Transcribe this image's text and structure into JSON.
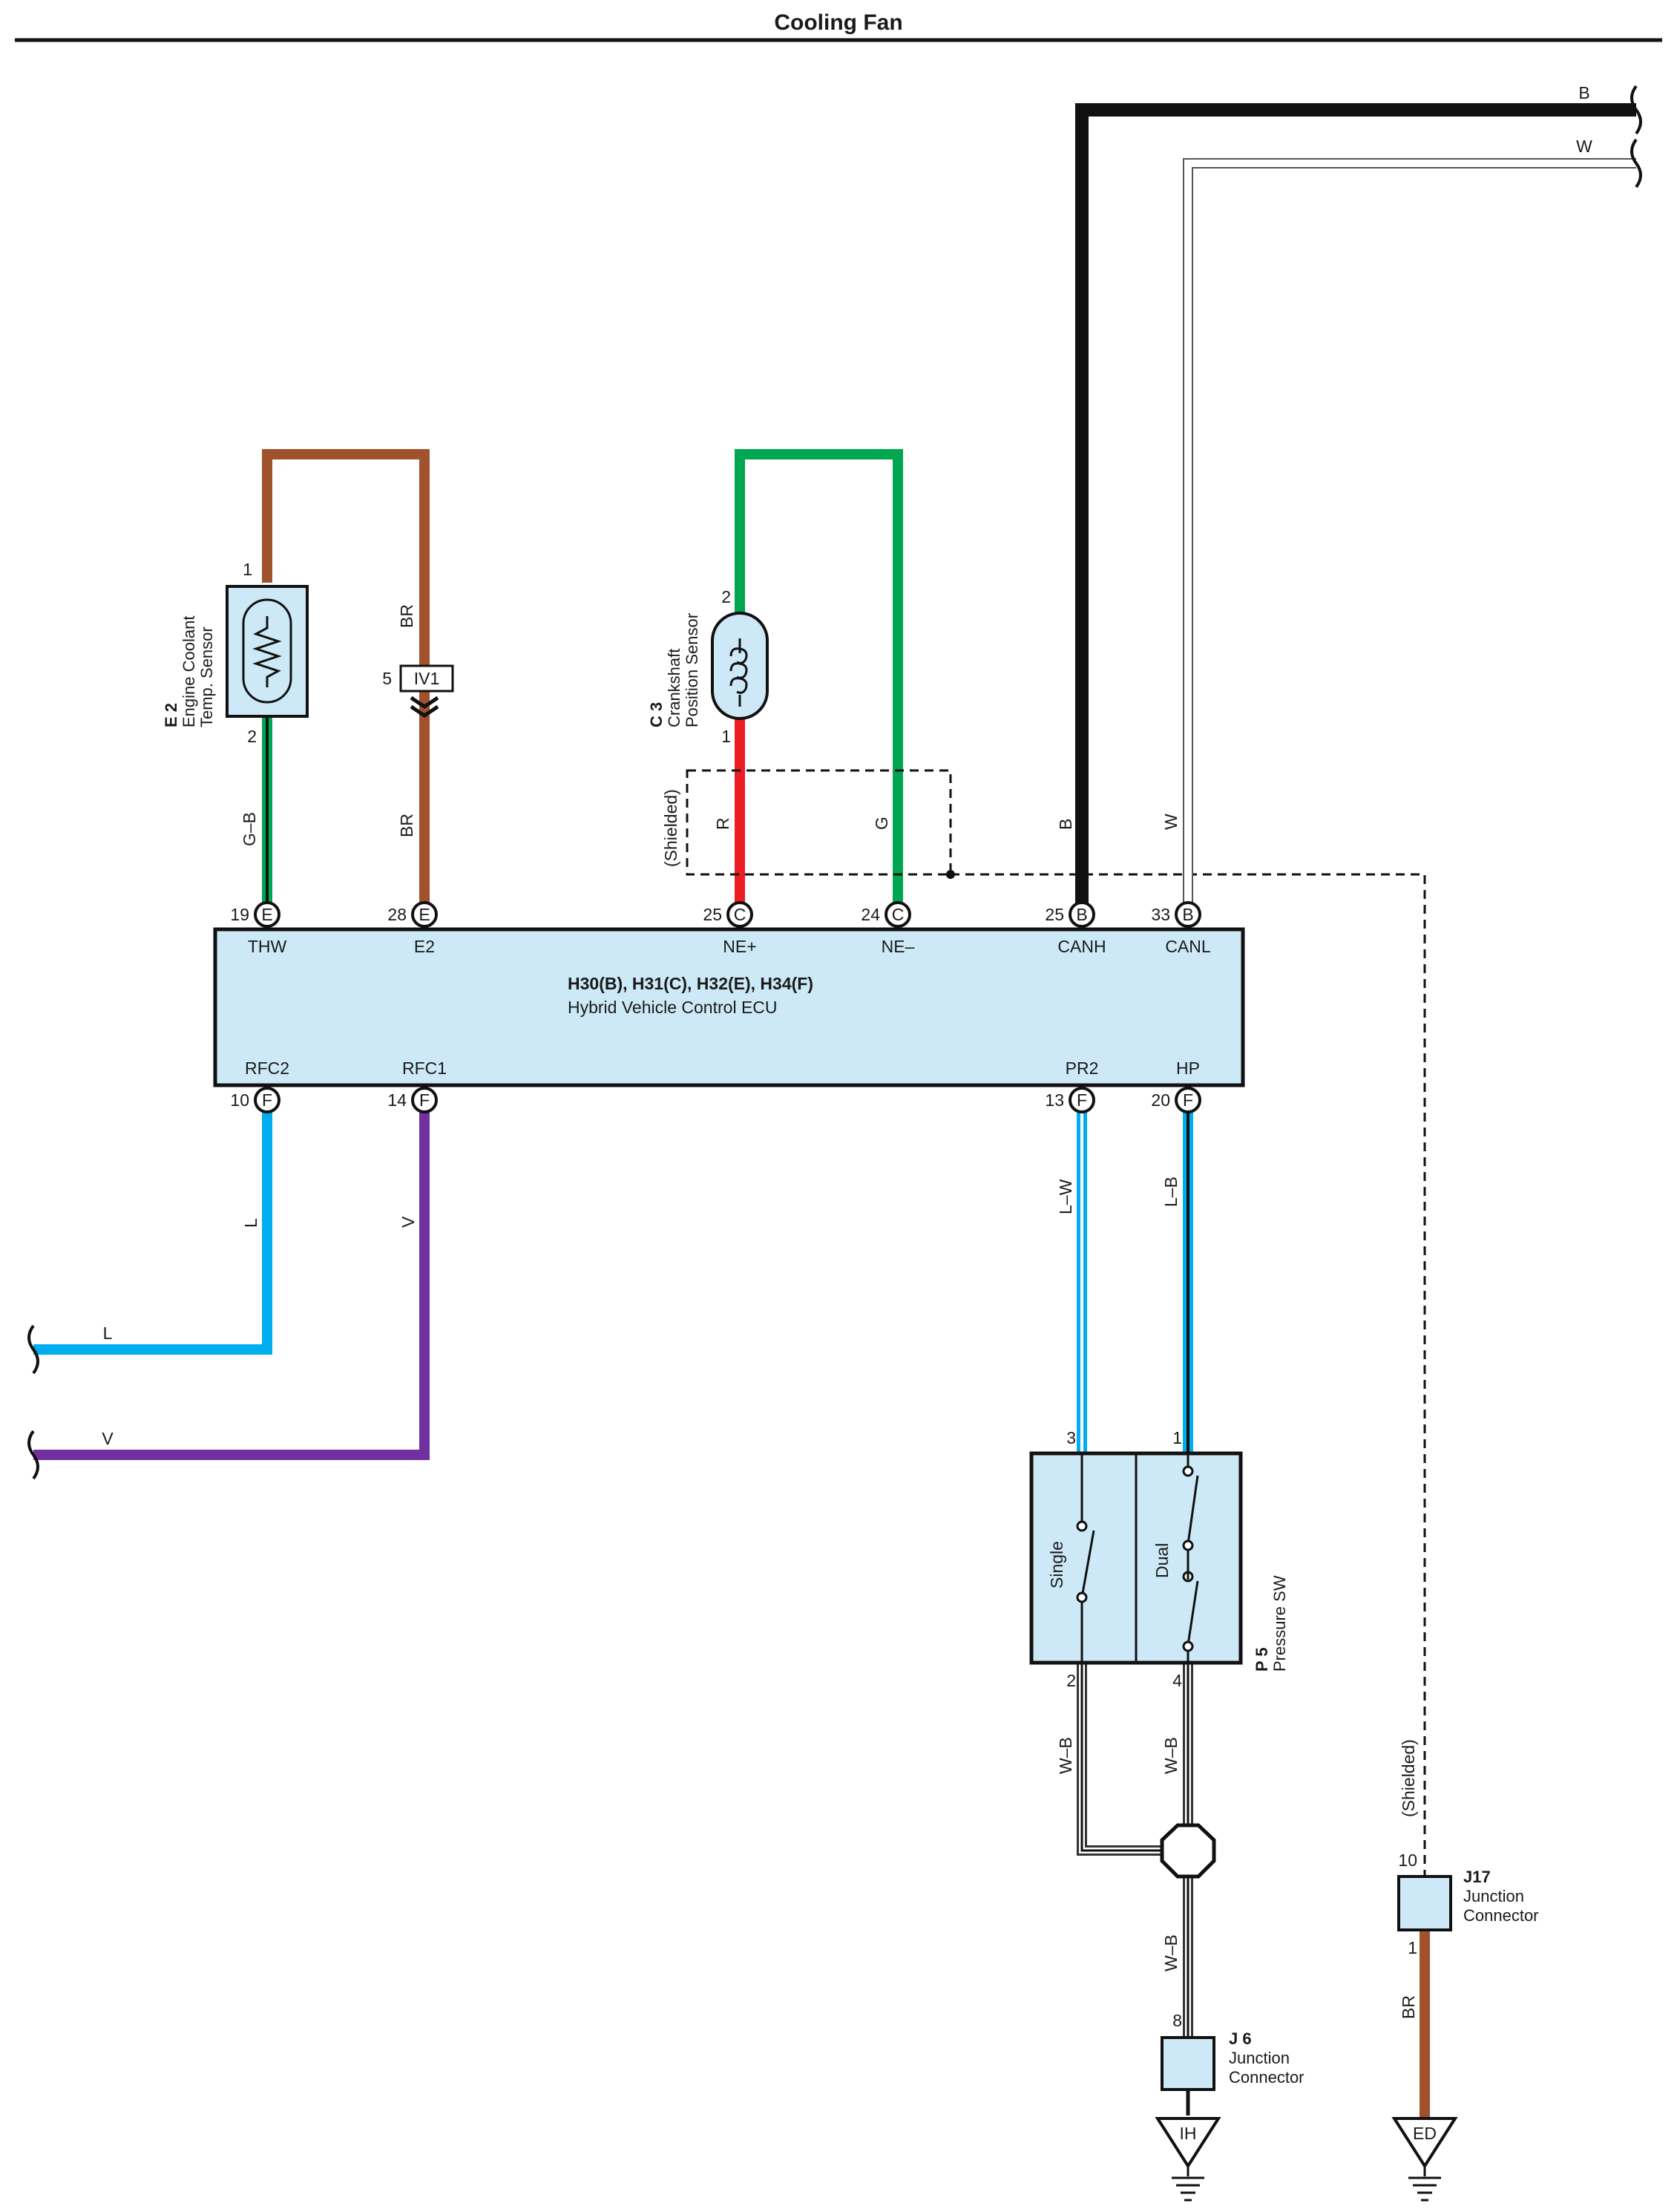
{
  "title": "Cooling Fan",
  "ecu": {
    "connectors": "H30(B), H31(C), H32(E), H34(F)",
    "name": "Hybrid Vehicle Control ECU",
    "top_pins": [
      {
        "num": "19",
        "conn": "E",
        "term": "THW",
        "wire": "G–B"
      },
      {
        "num": "28",
        "conn": "E",
        "term": "E2",
        "wire": "BR"
      },
      {
        "num": "25",
        "conn": "C",
        "term": "NE+",
        "wire": "R"
      },
      {
        "num": "24",
        "conn": "C",
        "term": "NE–",
        "wire": "G"
      },
      {
        "num": "25",
        "conn": "B",
        "term": "CANH",
        "wire": "B"
      },
      {
        "num": "33",
        "conn": "B",
        "term": "CANL",
        "wire": "W"
      }
    ],
    "bottom_pins": [
      {
        "num": "10",
        "conn": "F",
        "term": "RFC2",
        "wire": "L"
      },
      {
        "num": "14",
        "conn": "F",
        "term": "RFC1",
        "wire": "V"
      },
      {
        "num": "13",
        "conn": "F",
        "term": "PR2",
        "wire": "L–W"
      },
      {
        "num": "20",
        "conn": "F",
        "term": "HP",
        "wire": "L–B"
      }
    ]
  },
  "e2_sensor": {
    "code": "E 2",
    "name1": "Engine Coolant",
    "name2": "Temp.  Sensor",
    "pin_top": "1",
    "pin_bottom": "2"
  },
  "iv1": {
    "label": "IV1",
    "pin": "5",
    "wire_upper": "BR",
    "wire_lower": "BR"
  },
  "c3_sensor": {
    "code": "C 3",
    "name1": "Crankshaft",
    "name2": "Position Sensor",
    "pin_top": "2",
    "pin_bottom": "1"
  },
  "shielded_label": "(Shielded)",
  "offpage": {
    "can_h": "B",
    "can_l": "W",
    "rfc2": "L",
    "rfc1": "V"
  },
  "pressure_sw": {
    "code": "P 5",
    "name": "Pressure SW",
    "single": "Single",
    "dual": "Dual",
    "pin3": "3",
    "pin1": "1",
    "pin2": "2",
    "pin4": "4",
    "wire_left": "W–B",
    "wire_right": "W–B",
    "wire_lower": "W–B"
  },
  "j6": {
    "code": "J 6",
    "name1": "Junction",
    "name2": "Connector",
    "pin": "8"
  },
  "j17": {
    "code": "J17",
    "name1": "Junction",
    "name2": "Connector",
    "pin_top": "10",
    "pin_bottom": "1",
    "wire": "BR"
  },
  "grounds": {
    "ih": "IH",
    "ed": "ED"
  },
  "colors": {
    "brown": "#a0522d",
    "green": "#00a650",
    "red": "#ed1c24",
    "blue": "#00aeef",
    "purple": "#7030a0",
    "black": "#111111",
    "fill": "#cde9f7"
  }
}
